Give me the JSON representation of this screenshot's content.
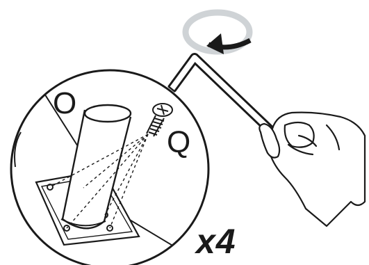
{
  "diagram": {
    "part_labels": {
      "o": "O",
      "q": "Q"
    },
    "quantity": "x4",
    "icons": [
      "rotation-arrow-icon",
      "allen-key-icon",
      "hand-icon",
      "screw-icon",
      "flag-pole-holder-icon",
      "mounting-plate-icon"
    ],
    "colors": {
      "line": "#1a1a1a",
      "rotation_ring": "#cfd3d6",
      "background": "#ffffff"
    }
  }
}
